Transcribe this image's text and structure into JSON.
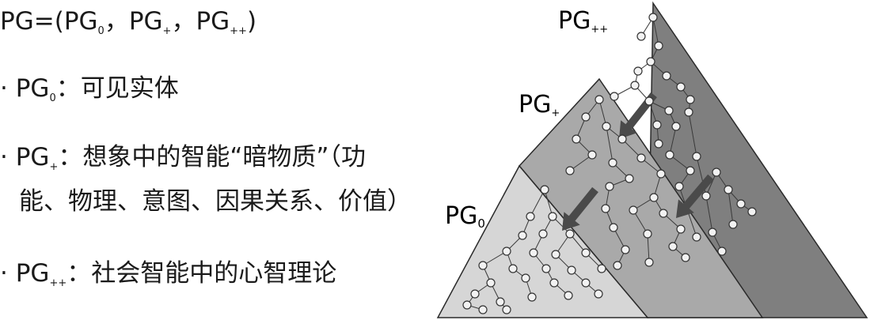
{
  "formula": {
    "lhs": "PG=",
    "open": "(",
    "t1": "PG",
    "t1_sub": "0",
    "sep1": "，",
    "t2": "PG",
    "t2_sub": "+",
    "sep2": "，",
    "t3": "PG",
    "t3_sub": "++",
    "close": ")"
  },
  "bullets": [
    {
      "marker": "·",
      "prefix": "PG",
      "sub": "0",
      "text": "：可见实体"
    },
    {
      "marker": "·",
      "prefix": "PG",
      "sub": "+",
      "text": "：想象中的智能“暗物质”（功"
    },
    {
      "marker": "",
      "prefix": "",
      "sub": "",
      "text": "能、物理、意图、因果关系、价值）"
    },
    {
      "marker": "·",
      "prefix": "PG",
      "sub": "++",
      "text": "：社会智能中的心智理论"
    }
  ],
  "diagram": {
    "labels": {
      "pg0": "PG",
      "pg0_sub": "0",
      "pg_plus": "PG",
      "pg_plus_sub": "+",
      "pg_pp": "PG",
      "pg_pp_sub": "++"
    },
    "colors": {
      "pg0_fill": "#d6d6d6",
      "pg_plus_fill": "#a9a9a9",
      "pg_pp_fill": "#7f7f7f",
      "edge": "#3a3a3a",
      "node_fill": "#f2f2f2",
      "arrow": "#4a4a4a"
    }
  }
}
